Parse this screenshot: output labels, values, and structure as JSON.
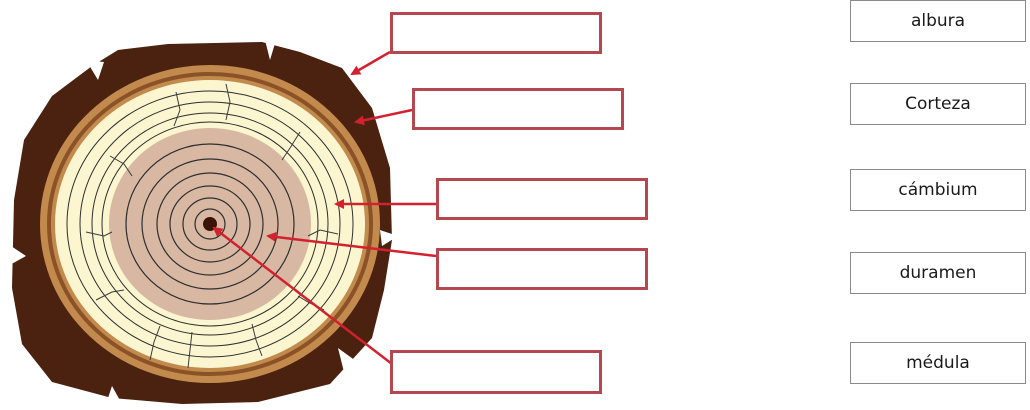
{
  "diagram": {
    "colors": {
      "bark": "#4b2210",
      "cambium": "#8a5226",
      "phloem": "#c28a4c",
      "sapwood": "#fbf6cf",
      "heartwood": "#d8b8a3",
      "pith": "#3a1408",
      "ring_line": "#2e2e2e",
      "arrow": "#d3212f",
      "box_border": "#b5474e"
    },
    "arrow_targets": [
      "bark",
      "cambium",
      "sapwood",
      "heartwood",
      "pith"
    ],
    "answer_boxes": [
      {
        "name": "answer-box-1",
        "value": ""
      },
      {
        "name": "answer-box-2",
        "value": ""
      },
      {
        "name": "answer-box-3",
        "value": ""
      },
      {
        "name": "answer-box-4",
        "value": ""
      },
      {
        "name": "answer-box-5",
        "value": ""
      }
    ]
  },
  "word_bank": {
    "items": [
      "albura",
      "Corteza",
      "cámbium",
      "duramen",
      "médula"
    ]
  }
}
